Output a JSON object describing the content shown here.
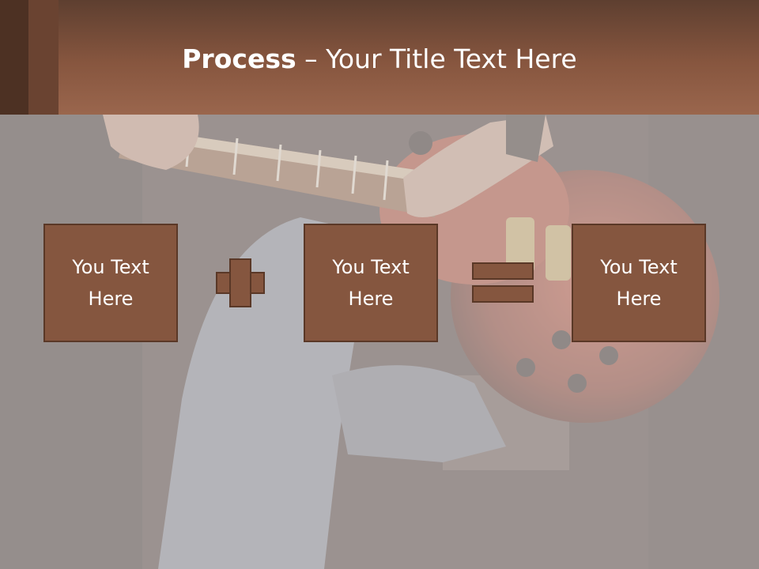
{
  "slide": {
    "title_bold": "Process",
    "title_rest": " – Your Title Text Here"
  },
  "process": {
    "steps": [
      {
        "line1": "You Text",
        "line2": "Here"
      },
      {
        "line1": "You Text",
        "line2": "Here"
      },
      {
        "line1": "You Text",
        "line2": "Here"
      }
    ],
    "operators": [
      "plus-icon",
      "equals-icon"
    ]
  },
  "colors": {
    "title_bar": "#87563f",
    "box_fill": "#85563f",
    "box_border": "#5a3827",
    "title_text": "#ffffff"
  }
}
